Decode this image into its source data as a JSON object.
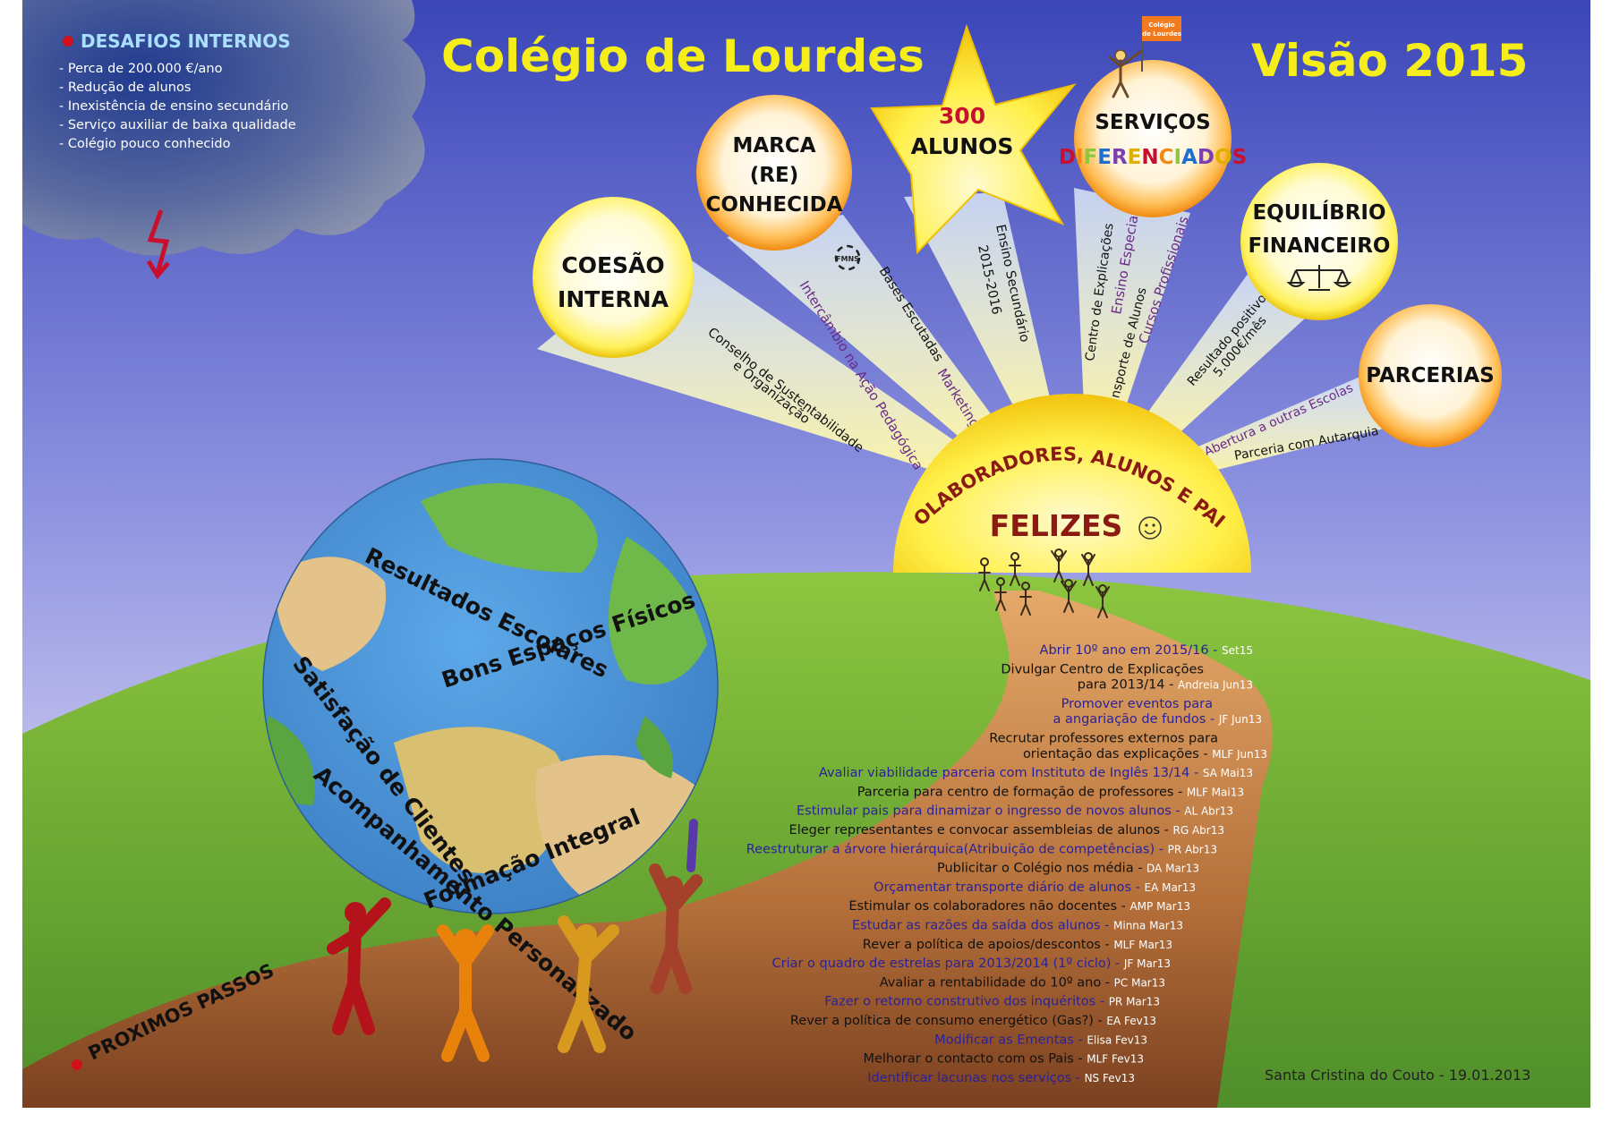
{
  "header": {
    "title_left": "Colégio de Lourdes",
    "title_right": "Visão 2015"
  },
  "challenges": {
    "title": "DESAFIOS INTERNOS",
    "items": [
      "- Perca de 200.000 €/ano",
      "- Redução de alunos",
      "- Inexistência de ensino secundário",
      "- Serviço auxiliar de baixa qualidade",
      "- Colégio pouco conhecido"
    ]
  },
  "goals": {
    "coesao": [
      "COESÃO",
      "INTERNA"
    ],
    "marca": [
      "MARCA",
      "(RE)",
      "CONHECIDA"
    ],
    "alunos": [
      "300",
      "ALUNOS"
    ],
    "servicos_line1": "SERVIÇOS",
    "servicos_letters": [
      "D",
      "I",
      "F",
      "E",
      "R",
      "E",
      "N",
      "C",
      "I",
      "A",
      "D",
      "O",
      "S"
    ],
    "equilibrio": [
      "EQUILÍBRIO",
      "FINANCEIRO"
    ],
    "parcerias": "PARCERIAS",
    "fmns": "FMNS",
    "flag": [
      "Colégio",
      "de Lourdes"
    ]
  },
  "rays": {
    "coesao": [
      "Conselho de Sustentabilidade",
      "e Organização"
    ],
    "marca_a": "Intercâmbio na Ação Pedagógica",
    "marca_b": "Bases Escutadas",
    "marca_c": "Marketing",
    "alunos": [
      "Ensino Secundário",
      "2015-2016"
    ],
    "serv_a": "Centro de Explicações",
    "serv_b": "Ensino Especial",
    "serv_c": "Transporte de Alunos",
    "serv_d": "Cursos Profissionais",
    "equil": [
      "Resultado positivo",
      "5.000€/mês"
    ],
    "parc_a": "Abertura a outras Escolas",
    "parc_b": "Parceria com Autarquia"
  },
  "sun": {
    "arc": "COLABORADORES, ALUNOS E PAIS",
    "main": "FELIZES"
  },
  "globe": {
    "labels": [
      "Resultados Escolares",
      "Bons Espaços Físicos",
      "Satisfação de Clientes",
      "Acompanhamento Personalizado",
      "Formação Integral"
    ]
  },
  "next_steps": {
    "title": "PROXIMOS PASSOS"
  },
  "actions": [
    {
      "lines": [
        "Abrir 10º ano em 2015/16"
      ],
      "tag": "Set15",
      "style": "blue"
    },
    {
      "lines": [
        "Divulgar Centro de Explicações",
        "para 2013/14"
      ],
      "tag": "Andreia  Jun13",
      "style": "black"
    },
    {
      "lines": [
        "Promover eventos para",
        "a angariação de fundos"
      ],
      "tag": "JF Jun13",
      "style": "blue"
    },
    {
      "lines": [
        "Recrutar professores externos para",
        "orientação das explicações"
      ],
      "tag": "MLF Jun13",
      "style": "black"
    },
    {
      "lines": [
        "Avaliar viabilidade parceria com Instituto de Inglês 13/14"
      ],
      "tag": "SA  Mai13",
      "style": "blue"
    },
    {
      "lines": [
        "Parceria para centro de formação de professores"
      ],
      "tag": "MLF Mai13",
      "style": "black"
    },
    {
      "lines": [
        "Estimular pais para dinamizar o ingresso de novos alunos"
      ],
      "tag": "AL Abr13",
      "style": "blue"
    },
    {
      "lines": [
        "Eleger representantes e convocar assembleias de alunos"
      ],
      "tag": "RG Abr13",
      "style": "black"
    },
    {
      "lines": [
        "Reestruturar a árvore hierárquica(Atribuição de competências)"
      ],
      "tag": "PR Abr13",
      "style": "blue"
    },
    {
      "lines": [
        "Publicitar o Colégio nos média"
      ],
      "tag": "DA Mar13",
      "style": "black"
    },
    {
      "lines": [
        "Orçamentar transporte diário de alunos"
      ],
      "tag": "EA Mar13",
      "style": "blue"
    },
    {
      "lines": [
        "Estimular os colaboradores não docentes"
      ],
      "tag": "AMP Mar13",
      "style": "black"
    },
    {
      "lines": [
        "Estudar as razões da saída dos alunos"
      ],
      "tag": "Minna Mar13",
      "style": "blue"
    },
    {
      "lines": [
        "Rever a política de apoios/descontos"
      ],
      "tag": "MLF Mar13",
      "style": "black"
    },
    {
      "lines": [
        "Criar o quadro de estrelas para 2013/2014 (1º ciclo)"
      ],
      "tag": "JF Mar13",
      "style": "blue"
    },
    {
      "lines": [
        "Avaliar a rentabilidade do 10º ano"
      ],
      "tag": "PC Mar13",
      "style": "black"
    },
    {
      "lines": [
        "Fazer o retorno construtivo dos inquéritos"
      ],
      "tag": "PR Mar13",
      "style": "blue"
    },
    {
      "lines": [
        "Rever a política de consumo energético (Gas?)"
      ],
      "tag": "EA  Fev13",
      "style": "black"
    },
    {
      "lines": [
        "Modificar as Ementas"
      ],
      "tag": "Elisa Fev13",
      "style": "blue"
    },
    {
      "lines": [
        "Melhorar o contacto com os Pais"
      ],
      "tag": "MLF Fev13",
      "style": "black"
    },
    {
      "lines": [
        "Identificar lacunas nos serviços"
      ],
      "tag": "NS Fev13",
      "style": "blue"
    }
  ],
  "footer": {
    "text": "Santa Cristina do Couto -  19.01.2013"
  },
  "colors": {
    "title": "#f5ee1a",
    "action_blue": "#2a2296",
    "action_black": "#111111",
    "tag": "#ffffff",
    "ray_purple": "#6a2a86"
  }
}
